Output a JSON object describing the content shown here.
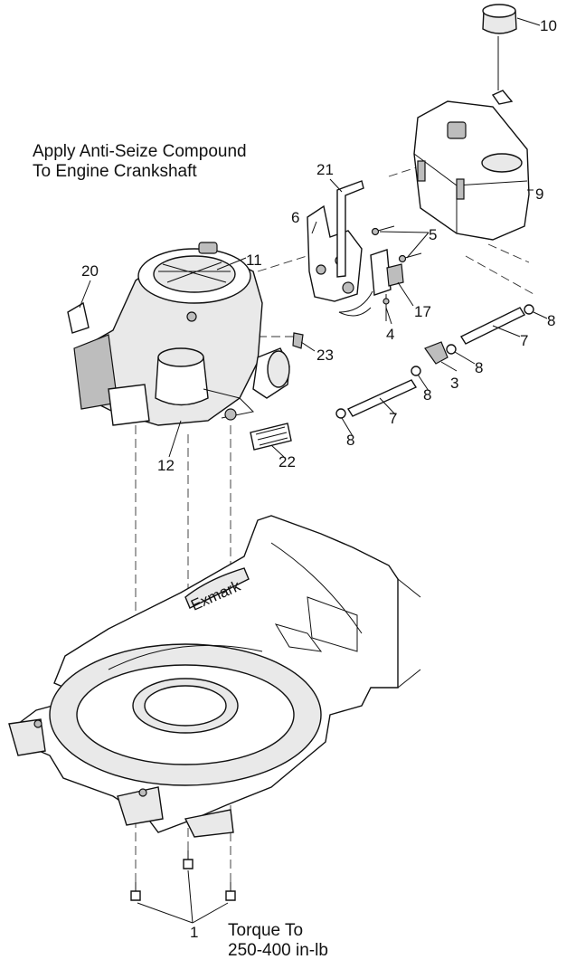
{
  "notes": {
    "anti_seize_line1": "Apply Anti-Seize Compound",
    "anti_seize_line2": "To Engine Crankshaft",
    "torque_line1": "Torque To",
    "torque_line2": "250-400 in-lb"
  },
  "callouts": {
    "c1": "1",
    "c3": "3",
    "c4": "4",
    "c5": "5",
    "c6": "6",
    "c7a": "7",
    "c7b": "7",
    "c8a": "8",
    "c8b": "8",
    "c8c": "8",
    "c8d": "8",
    "c9": "9",
    "c10": "10",
    "c11": "11",
    "c12": "12",
    "c17": "17",
    "c20": "20",
    "c21": "21",
    "c22": "22",
    "c23": "23"
  },
  "deck_brand": "Exmark"
}
